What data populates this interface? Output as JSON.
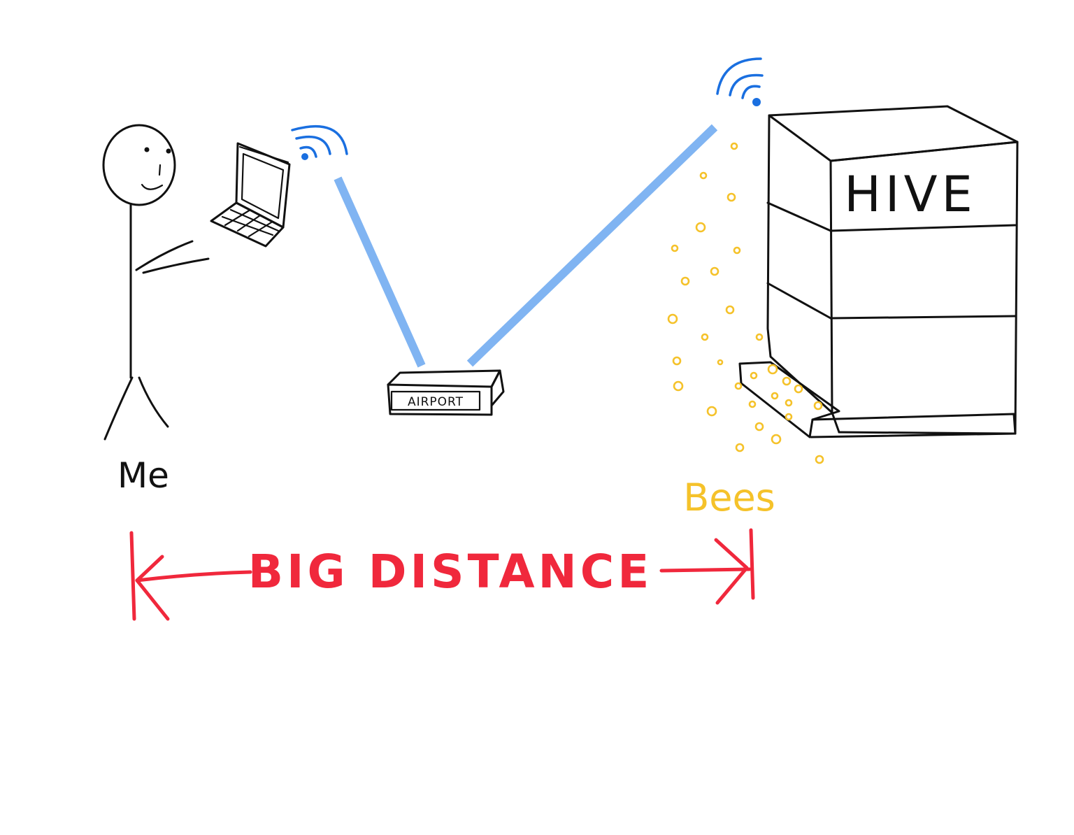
{
  "labels": {
    "me": "Me",
    "bees": "Bees",
    "hive": "HIVE",
    "airport": "AIRPORT",
    "distance": "BIG DISTANCE"
  },
  "colors": {
    "ink": "#111111",
    "wifi": "#1a6fe0",
    "beam": "#6aa8f0",
    "bees": "#f5c22a",
    "distance": "#f0283c"
  }
}
